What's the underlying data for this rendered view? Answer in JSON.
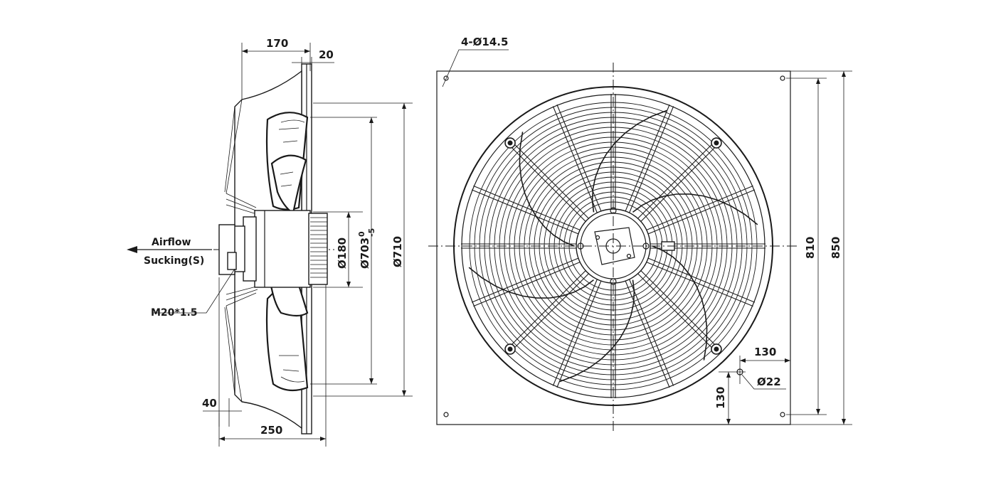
{
  "labels": {
    "airflow": "Airflow",
    "sucking": "Sucking(S)",
    "thread": "M20*1.5",
    "holes": "4-Ø14.5"
  },
  "side_view": {
    "dim_depth_top": "170",
    "dim_plate": "20",
    "dim_hub": "Ø180",
    "dim_blade_main": "Ø703",
    "dim_blade_sup_top": "0",
    "dim_blade_sup_bot": "-5",
    "dim_ring": "Ø710",
    "dim_left_offset": "40",
    "dim_total_depth": "250"
  },
  "front_view": {
    "dim_hole_span": "810",
    "dim_plate_size": "850",
    "dim_horiz_offset": "130",
    "dim_vert_offset": "130",
    "dim_drain": "Ø22"
  }
}
